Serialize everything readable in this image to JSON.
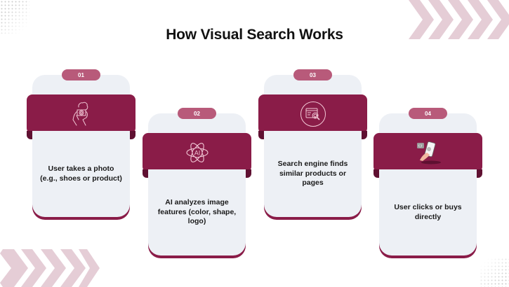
{
  "title": "How Visual Search Works",
  "colors": {
    "primary": "#8a1c48",
    "badge": "#b85a7a",
    "card": "#edf0f5",
    "decor": "#e5cdd6"
  },
  "steps": [
    {
      "number": "01",
      "text": "User takes a photo (e.g., shoes or product)",
      "icon": "photographer-icon"
    },
    {
      "number": "02",
      "text": "AI analyzes image features (color, shape, logo)",
      "icon": "ai-atom-icon"
    },
    {
      "number": "03",
      "text": "Search engine finds similar products or pages",
      "icon": "web-search-icon"
    },
    {
      "number": "04",
      "text": "User clicks or buys directly",
      "icon": "phone-cart-tap-icon"
    }
  ]
}
